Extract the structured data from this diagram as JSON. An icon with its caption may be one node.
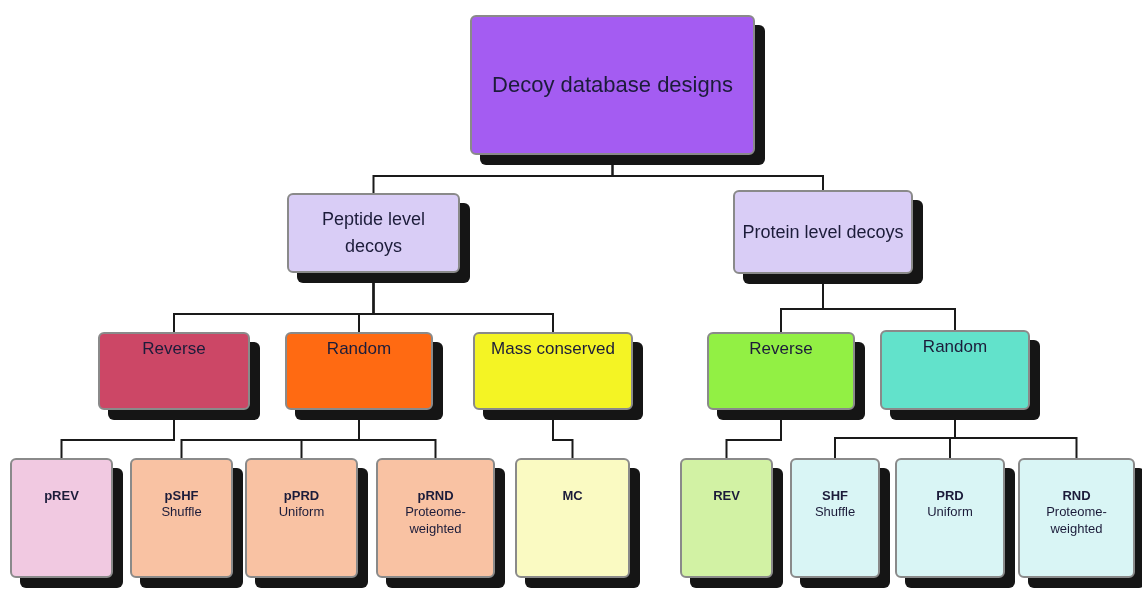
{
  "diagram": {
    "nodes": [
      {
        "text": [
          "Decoy database designs"
        ]
      },
      {
        "text": [
          "Peptide level decoys"
        ]
      },
      {
        "text": [
          "Protein level decoys"
        ]
      },
      {
        "text": [
          "Reverse"
        ]
      },
      {
        "text": [
          "Random"
        ]
      },
      {
        "text": [
          "Mass conserved"
        ]
      },
      {
        "text": [
          "Reverse"
        ]
      },
      {
        "text": [
          "Random"
        ]
      },
      {
        "text": [
          "pREV"
        ]
      },
      {
        "text": [
          "pSHF",
          "Shuffle"
        ]
      },
      {
        "text": [
          "pPRD",
          "Uniform"
        ]
      },
      {
        "text": [
          "pRND",
          "Proteome-weighted"
        ]
      },
      {
        "text": [
          "MC"
        ]
      },
      {
        "text": [
          "REV"
        ]
      },
      {
        "text": [
          "SHF",
          "Shuffle"
        ]
      },
      {
        "text": [
          "PRD",
          "Uniform"
        ]
      },
      {
        "text": [
          "RND",
          "Proteome-weighted"
        ]
      }
    ],
    "edges": [
      {
        "from": 0,
        "to": 1,
        "arrow": "none"
      },
      {
        "from": 0,
        "to": 2,
        "arrow": "none"
      },
      {
        "from": 1,
        "to": 3,
        "arrow": "none"
      },
      {
        "from": 1,
        "to": 4,
        "arrow": "none"
      },
      {
        "from": 1,
        "to": 5,
        "arrow": "none"
      },
      {
        "from": 2,
        "to": 6,
        "arrow": "none"
      },
      {
        "from": 2,
        "to": 7,
        "arrow": "none"
      },
      {
        "from": 3,
        "to": 8,
        "arrow": "none"
      },
      {
        "from": 4,
        "to": 9,
        "arrow": "none"
      },
      {
        "from": 4,
        "to": 10,
        "arrow": "none"
      },
      {
        "from": 4,
        "to": 11,
        "arrow": "none"
      },
      {
        "from": 5,
        "to": 12,
        "arrow": "none"
      },
      {
        "from": 6,
        "to": 13,
        "arrow": "none"
      },
      {
        "from": 7,
        "to": 14,
        "arrow": "none"
      },
      {
        "from": 7,
        "to": 15,
        "arrow": "none"
      },
      {
        "from": 7,
        "to": 16,
        "arrow": "none"
      }
    ]
  }
}
